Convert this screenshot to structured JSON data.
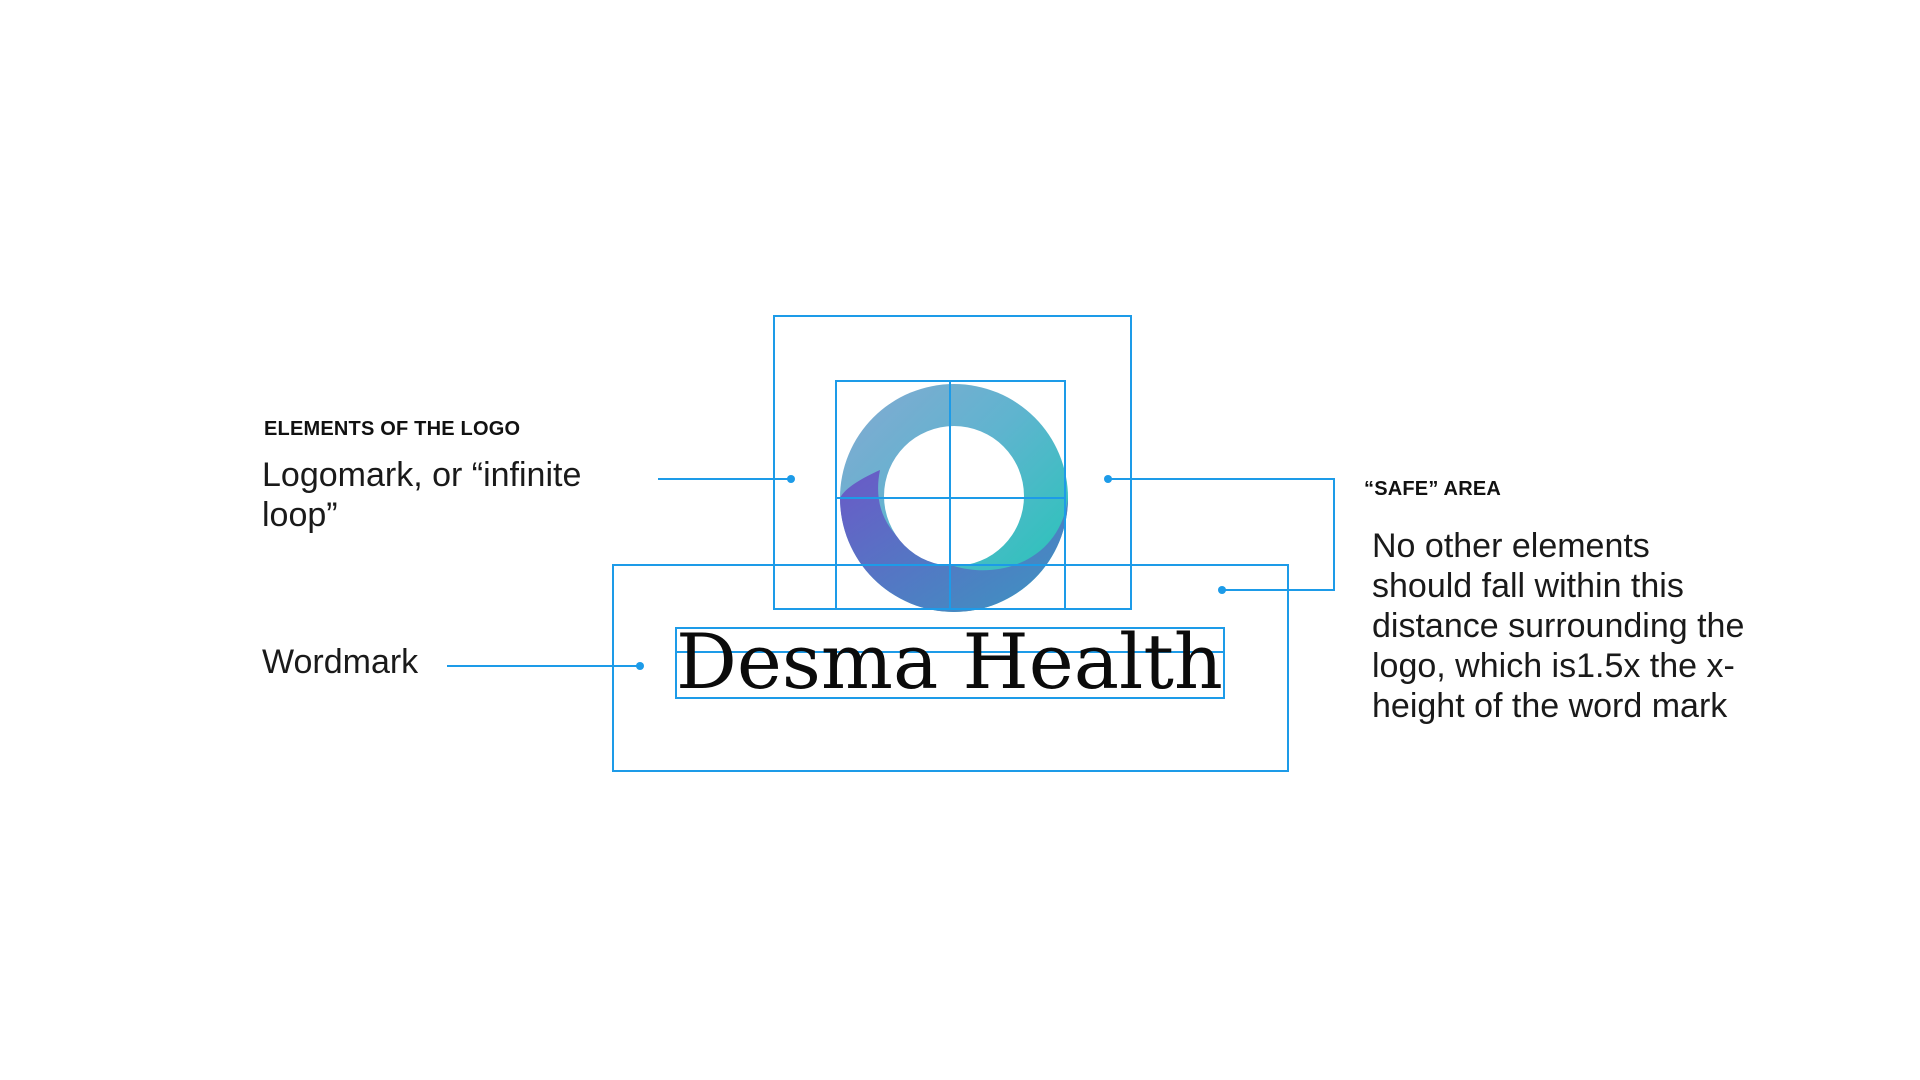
{
  "left_panel": {
    "heading": "ELEMENTS OF THE LOGO",
    "logomark_label": "Logomark, or “infinite loop”",
    "wordmark_label": "Wordmark"
  },
  "right_panel": {
    "heading": "“SAFE” AREA",
    "description": "No other elements should fall within this distance surrounding the logo, which is1.5x the x-height of the word mark"
  },
  "logo": {
    "wordmark": "Desma Health"
  },
  "colors": {
    "guide_line": "#1d9be8",
    "logomark_gradient": [
      "#7aaed0",
      "#5fb6c8",
      "#20c3b8",
      "#6a5fc8",
      "#3b8fc0"
    ]
  }
}
